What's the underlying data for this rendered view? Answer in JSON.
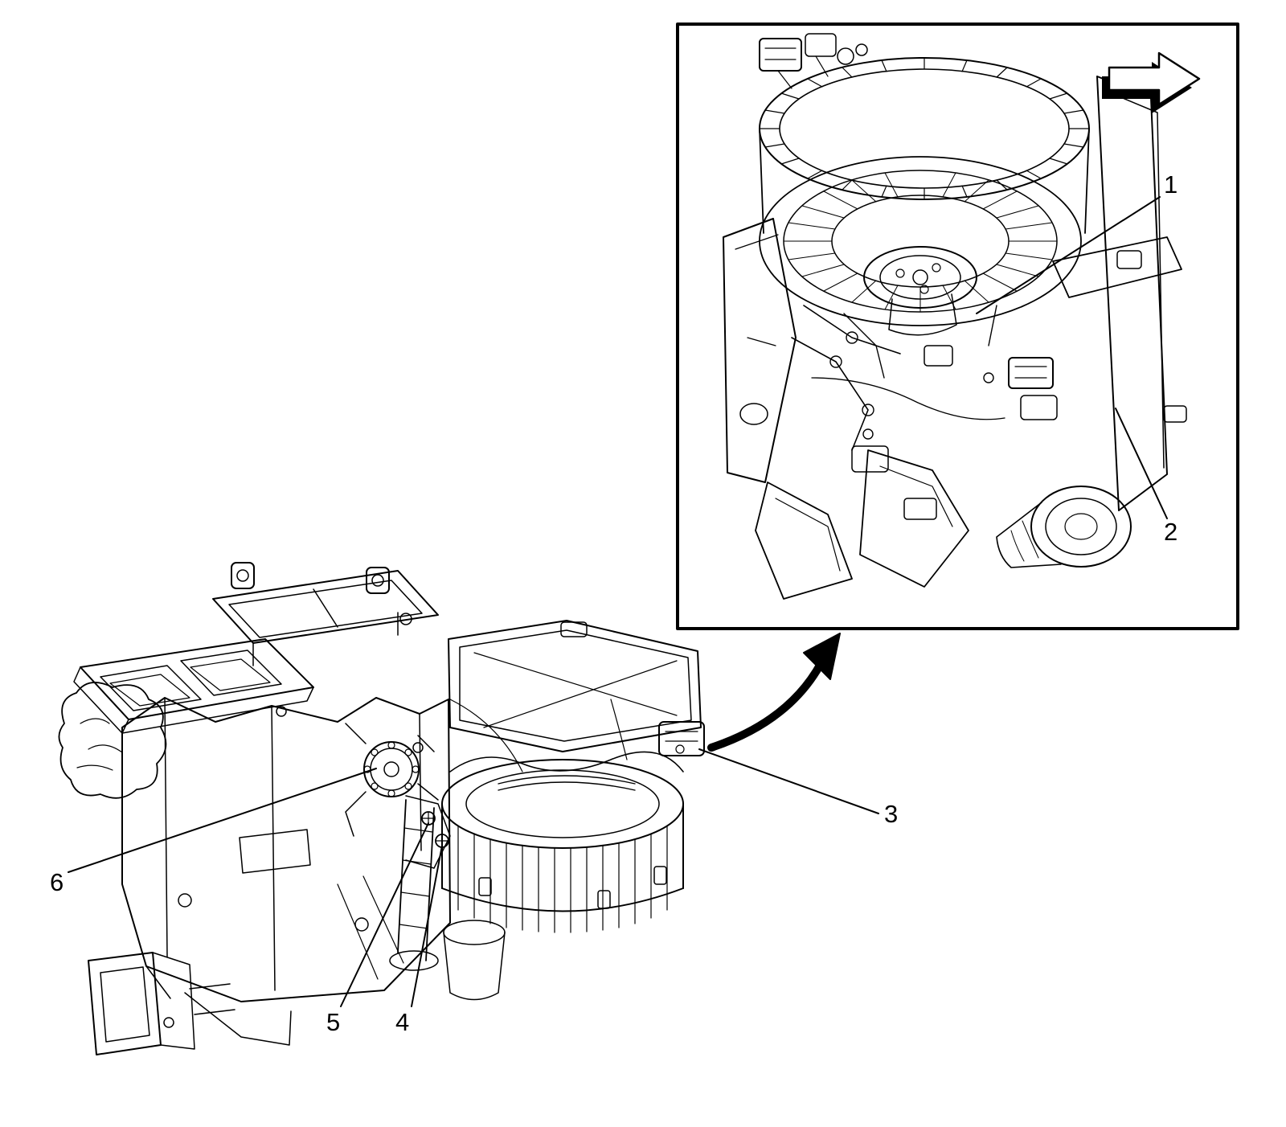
{
  "colors": {
    "background": "#ffffff",
    "ink": "#000000"
  },
  "callouts": {
    "c1": {
      "label": "1"
    },
    "c2": {
      "label": "2"
    },
    "c3": {
      "label": "3"
    },
    "c4": {
      "label": "4"
    },
    "c5": {
      "label": "5"
    },
    "c6": {
      "label": "6"
    }
  }
}
